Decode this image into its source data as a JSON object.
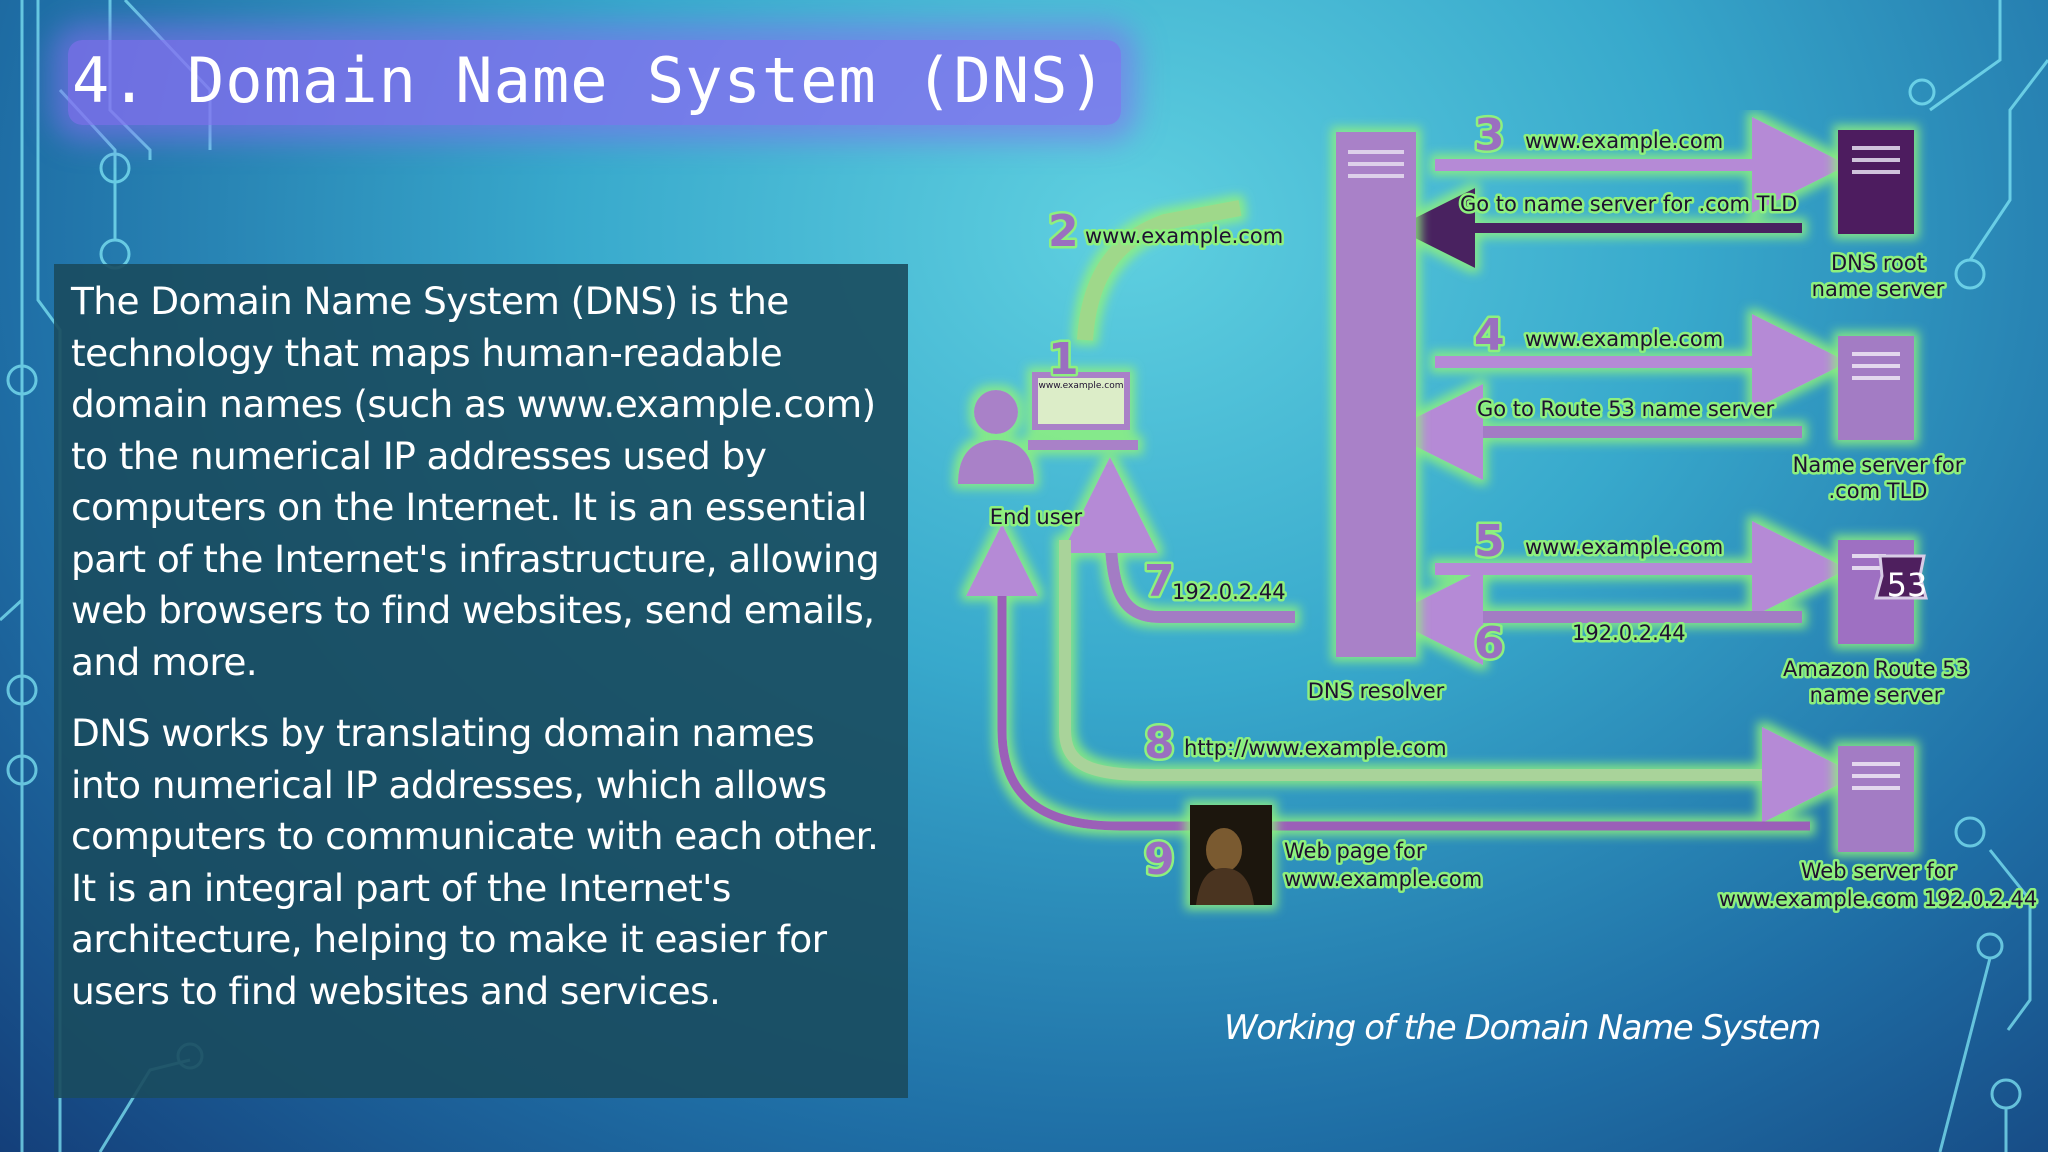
{
  "title": "4. Domain Name System (DNS)",
  "body": {
    "paragraphs": [
      "The Domain Name System (DNS) is the technology that maps human-readable domain names (such as www.example.com) to the numerical IP addresses used by computers on the Internet. It is an essential part of the Internet's infrastructure, allowing web browsers to find websites, send emails, and more.",
      "DNS works by translating domain names into numerical IP addresses, which allows computers to communicate with each other. It is an integral part of the Internet's architecture, helping to make it easier for users to find websites and services."
    ]
  },
  "diagram": {
    "nodes": {
      "end_user": "End user",
      "browser_url": "www.example.com",
      "resolver": "DNS resolver",
      "root_line1": "DNS root",
      "root_line2": "name server",
      "tld_line1": "Name server for",
      "tld_line2": ".com TLD",
      "route53_line1": "Amazon Route 53",
      "route53_line2": "name server",
      "route53_badge": "53",
      "webserver_line1": "Web server for",
      "webserver_line2": "www.example.com 192.0.2.44",
      "webpage_line1": "Web page for",
      "webpage_line2": "www.example.com"
    },
    "steps": [
      {
        "num": "1",
        "label": ""
      },
      {
        "num": "2",
        "label": "www.example.com"
      },
      {
        "num": "3",
        "label": "www.example.com",
        "reply": "Go to name server for .com TLD"
      },
      {
        "num": "4",
        "label": "www.example.com",
        "reply": "Go to Route 53 name server"
      },
      {
        "num": "5",
        "label": "www.example.com"
      },
      {
        "num": "6",
        "label": "192.0.2.44"
      },
      {
        "num": "7",
        "label": "192.0.2.44"
      },
      {
        "num": "8",
        "label": "http://www.example.com"
      },
      {
        "num": "9",
        "label": ""
      }
    ],
    "caption": "Working of the Domain Name System"
  },
  "colors": {
    "title_highlight": "#846ef0",
    "panel": "#1a4b5e",
    "glow": "#8ef07e",
    "arrow": "#9a6fc0",
    "server": "#5b2a68"
  }
}
